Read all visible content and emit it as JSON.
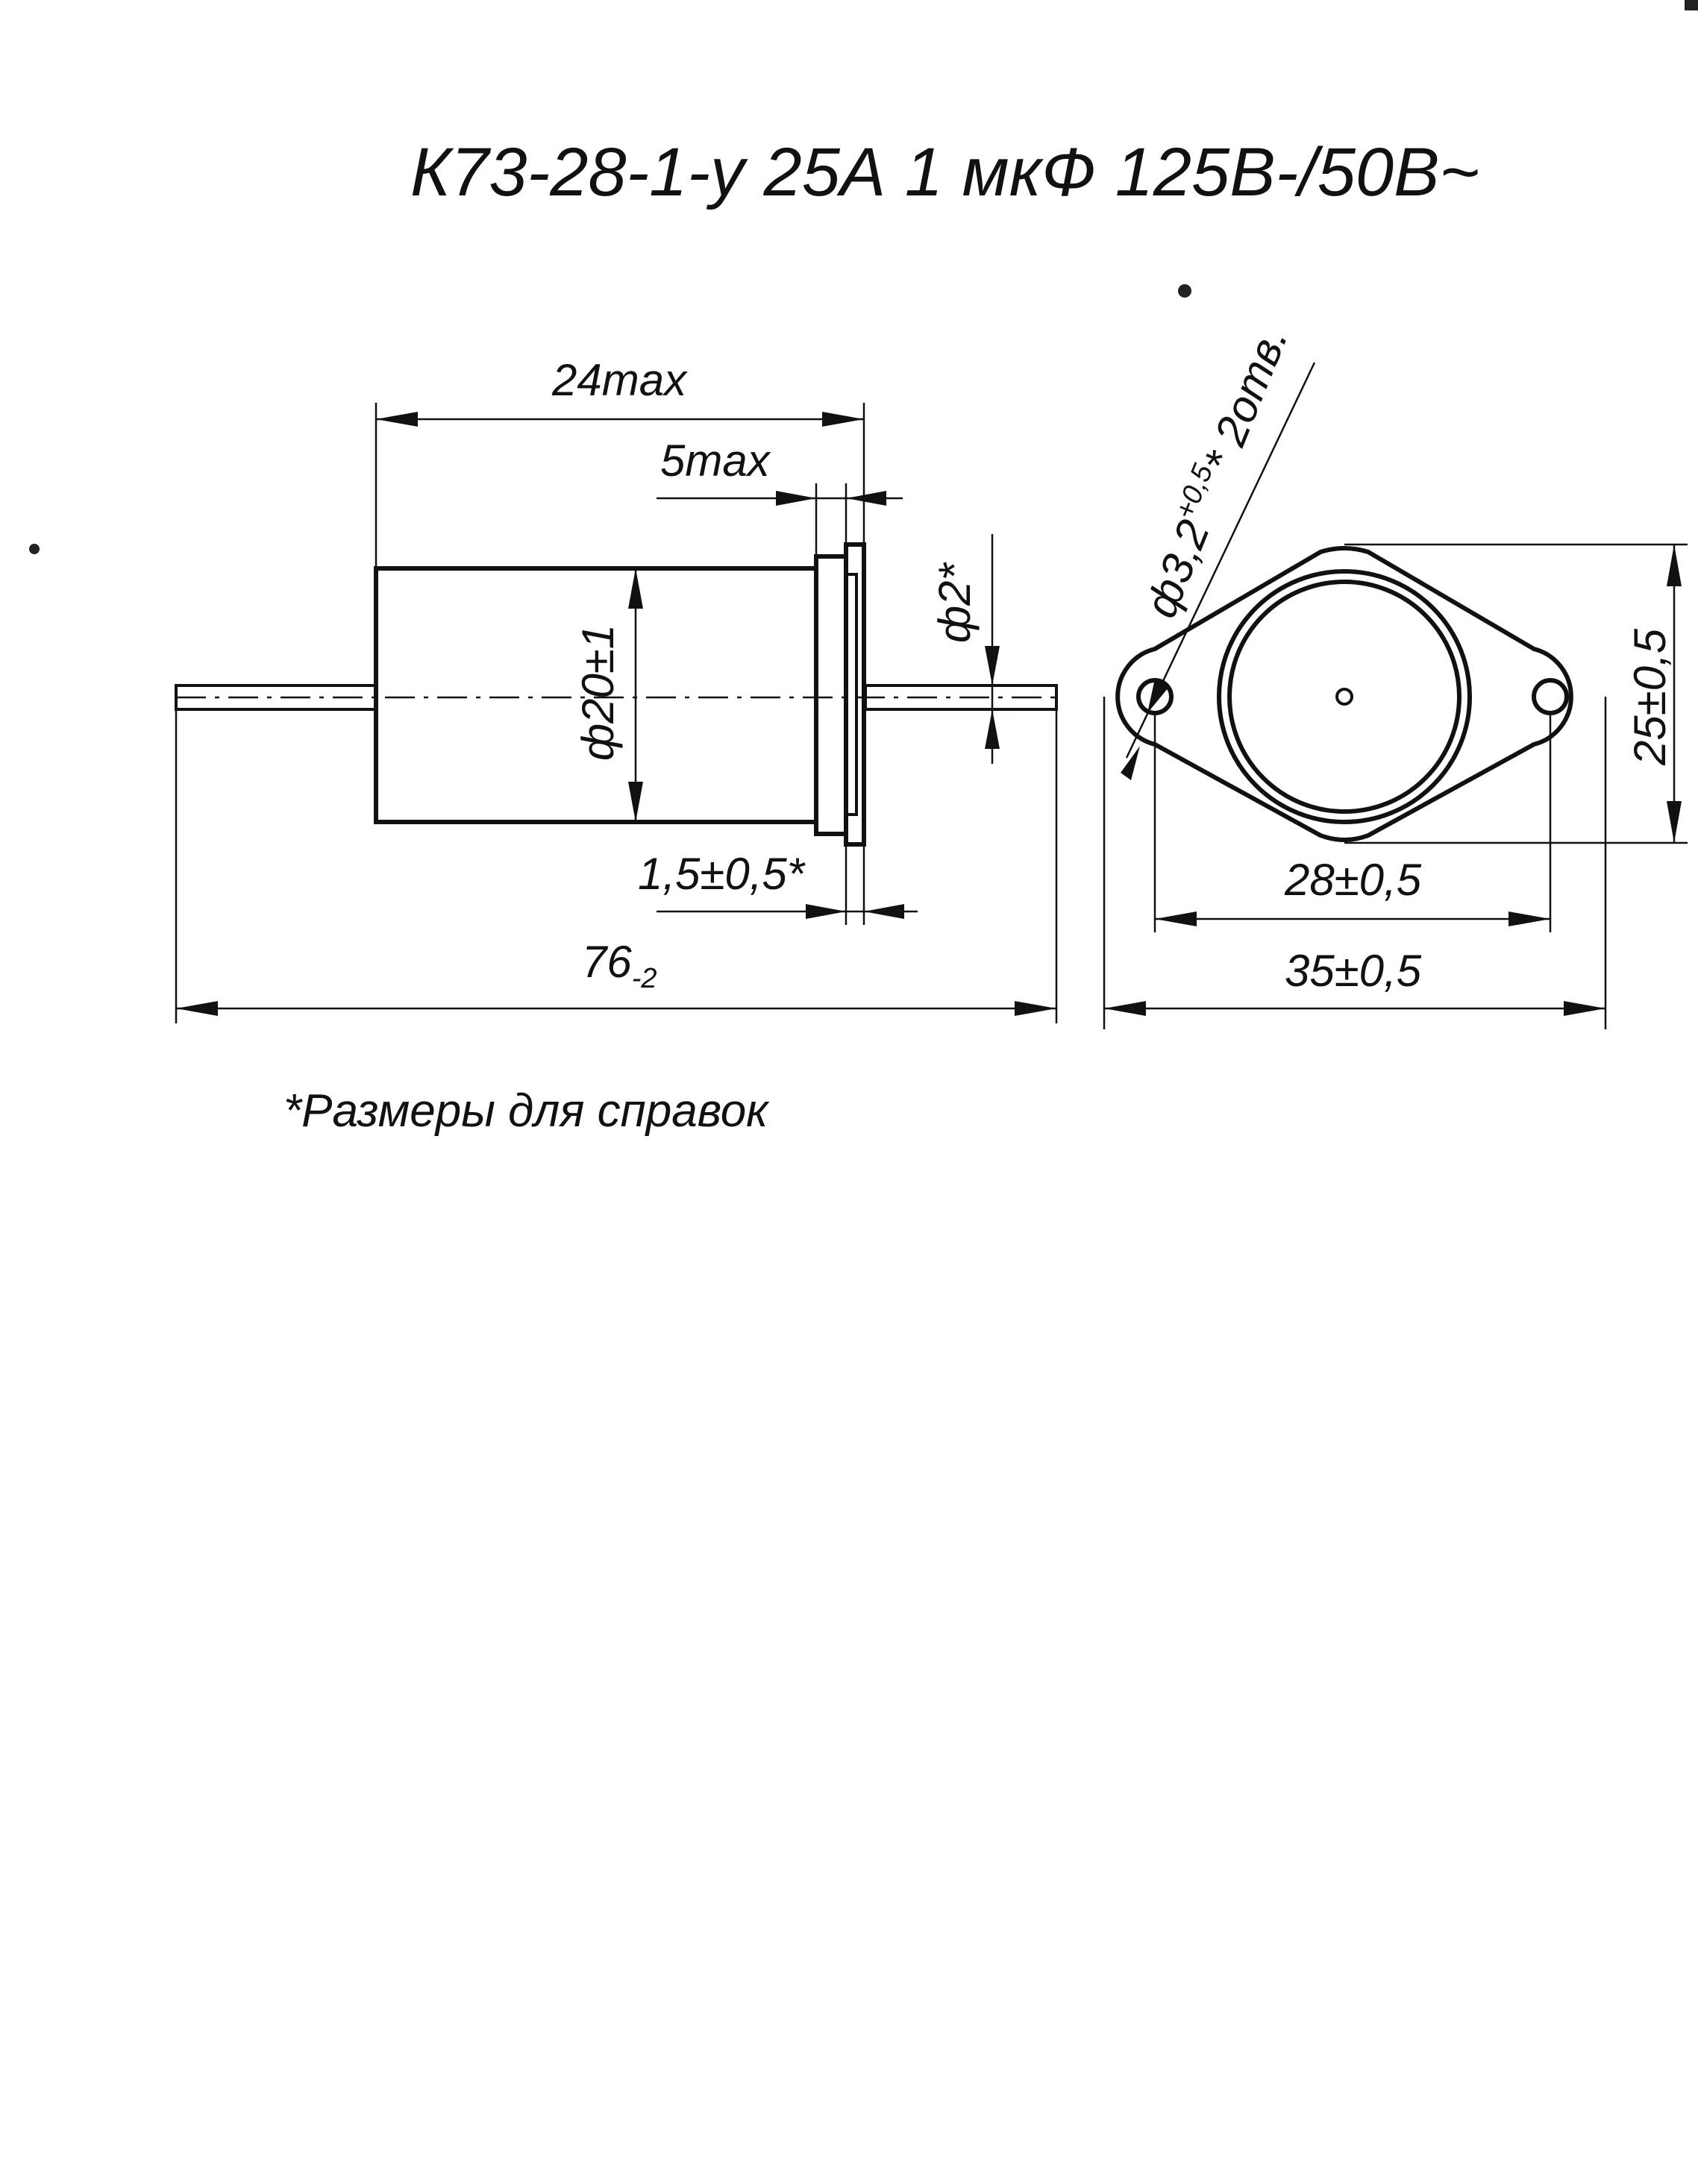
{
  "title": "К73-28-1-у  25А 1 мкФ 125В-/50В~",
  "dimensions": {
    "body_length": "24max",
    "flange_width": "5max",
    "lead_diameter": "ф2*",
    "body_diameter": "ф20±1",
    "flange_thickness": "1,5±0,5*",
    "total_length_main": "76",
    "total_length_tol": "-2",
    "hole_diameter_main": "ф3,2",
    "hole_diameter_tol": "+0,5",
    "hole_diameter_suffix": "* 2отв.",
    "flange_height": "25±0,5",
    "hole_spacing": "28±0,5",
    "flange_length": "35±0,5"
  },
  "note": "*Размеры для справок",
  "colors": {
    "ink": "#111111",
    "paper": "#ffffff"
  }
}
